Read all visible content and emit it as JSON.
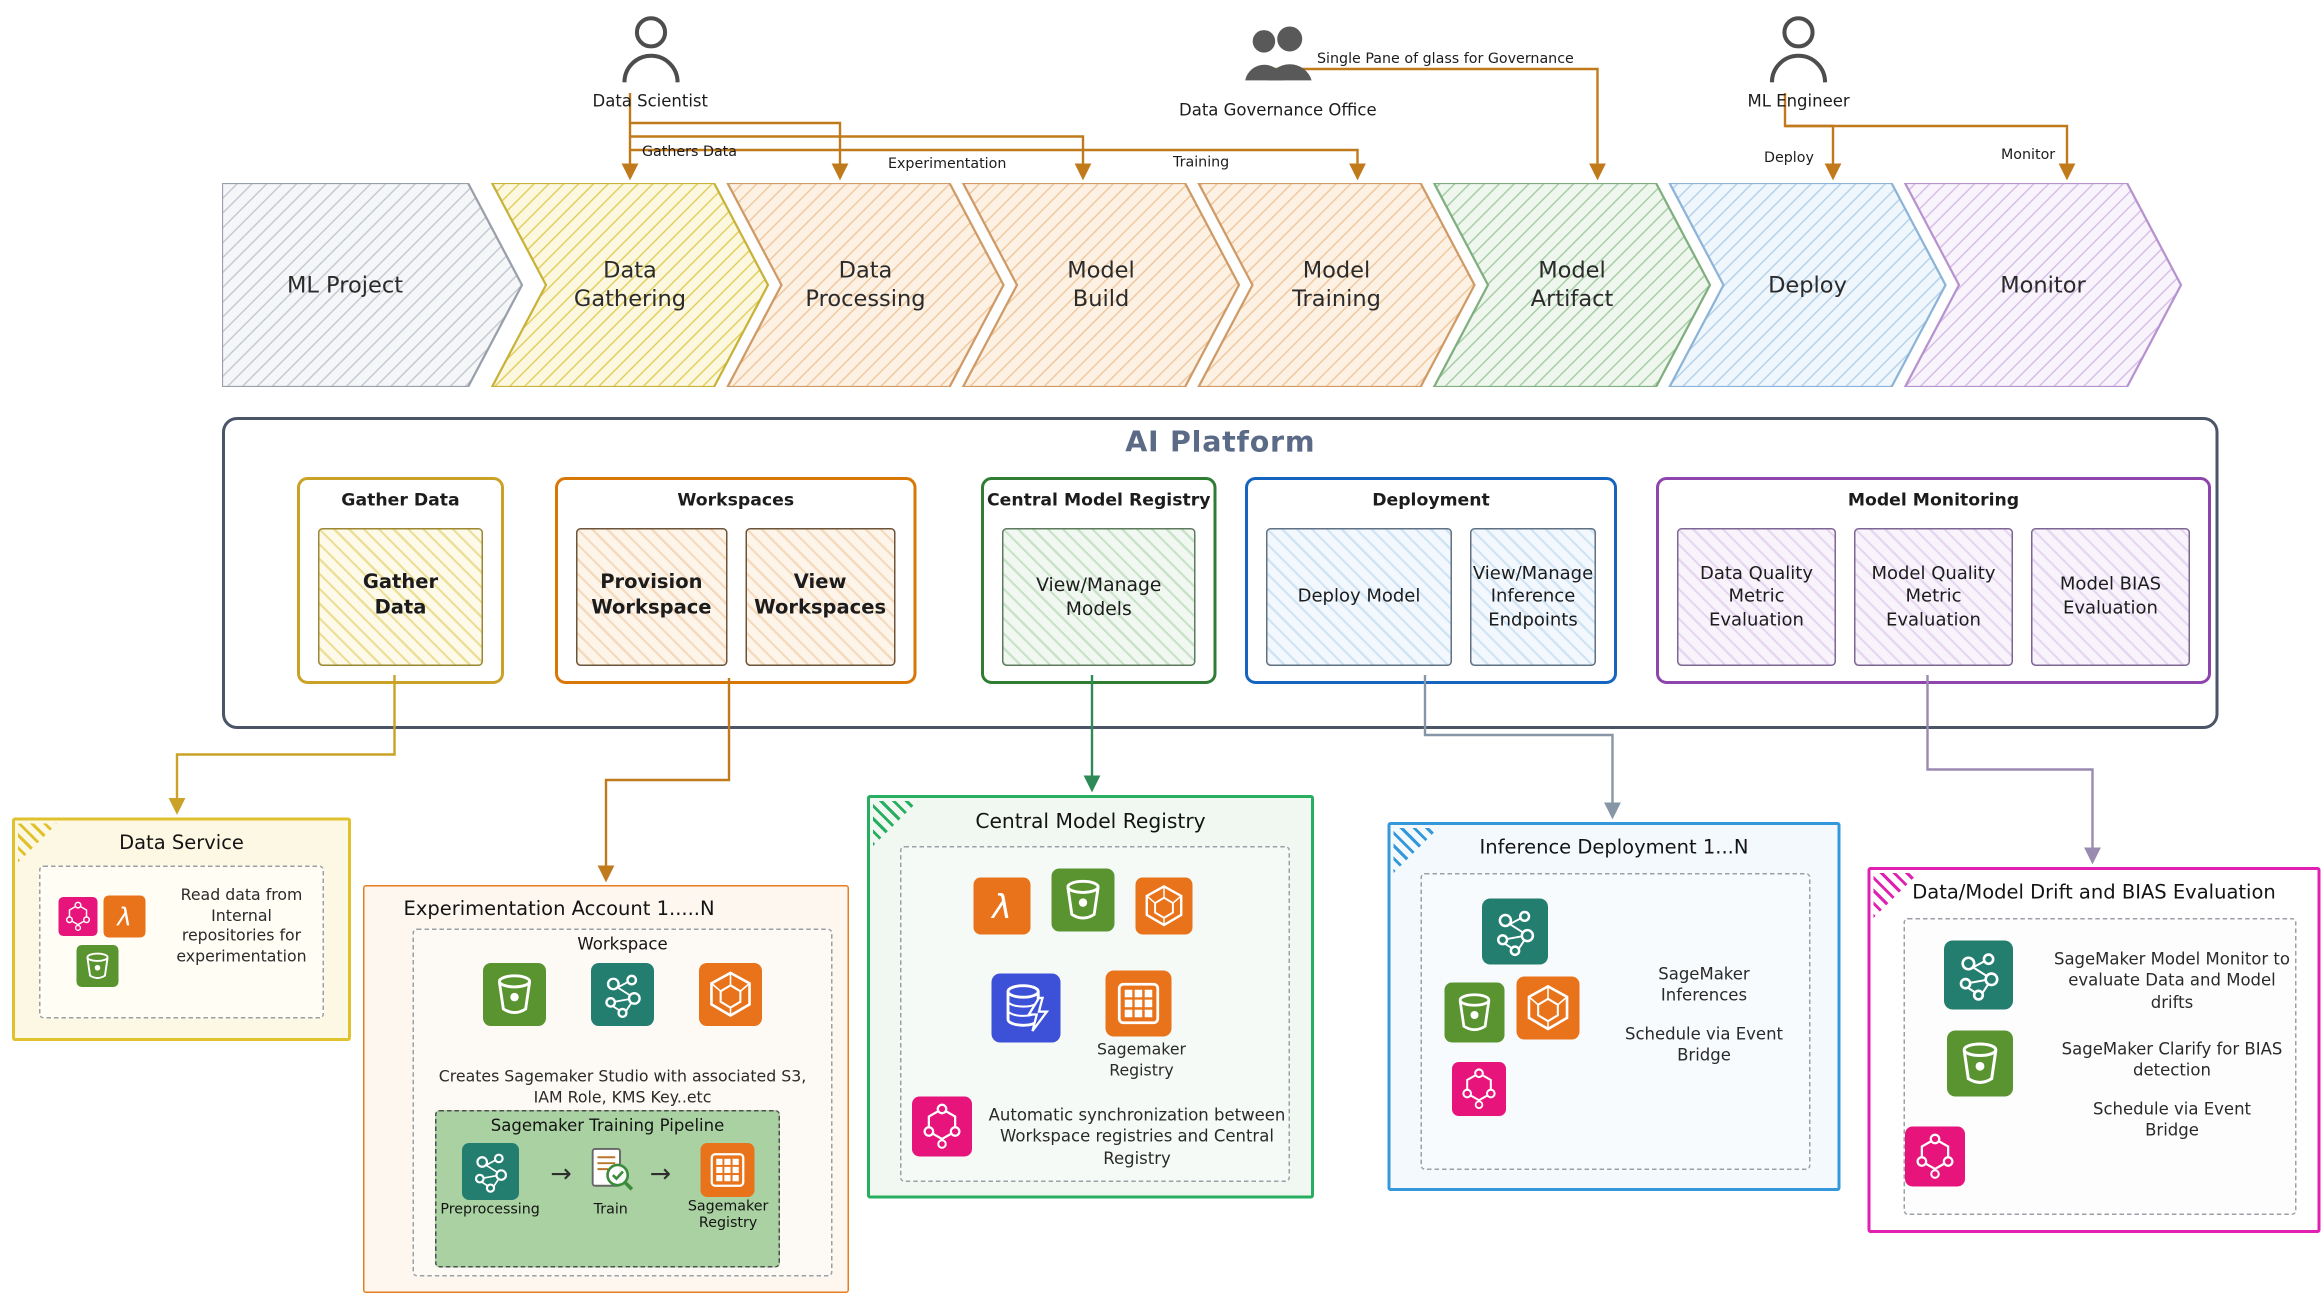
{
  "colors": {
    "actor_arrow": "#c07a1c",
    "chevron_gray": "#c6cad3",
    "chevron_yellow": "#e4cf63",
    "chevron_peach": "#f0c9a0",
    "chevron_green": "#a8cfa8",
    "chevron_blue": "#b6d3eb",
    "chevron_purple": "#d7c0e8",
    "platform_border": "#4a5568",
    "gather_border": "#c9a227",
    "workspaces_border": "#d97706",
    "registry_border": "#2e7d32",
    "deployment_border": "#1565c0",
    "monitoring_border": "#8e44ad",
    "data_service_border": "#e0c12e",
    "experimentation_border": "#e67e22",
    "central_registry_border": "#27ae60",
    "inference_border": "#3498db",
    "drift_border": "#e020b0"
  },
  "actors": {
    "data_scientist": "Data Scientist",
    "governance_office": "Data Governance Office",
    "ml_engineer": "ML Engineer"
  },
  "arrow_labels": {
    "gathers_data": "Gathers Data",
    "experimentation": "Experimentation",
    "training": "Training",
    "governance": "Single Pane of glass for Governance",
    "deploy": "Deploy",
    "monitor": "Monitor"
  },
  "pipeline": [
    "ML Project",
    "Data Gathering",
    "Data Processing",
    "Model Build",
    "Model Training",
    "Model Artifact",
    "Deploy",
    "Monitor"
  ],
  "ai_platform": {
    "title": "AI Platform",
    "groups": [
      {
        "title": "Gather Data",
        "items": [
          "Gather Data"
        ]
      },
      {
        "title": "Workspaces",
        "items": [
          "Provision Workspace",
          "View Workspaces"
        ]
      },
      {
        "title": "Central Model Registry",
        "items": [
          "View/Manage Models"
        ]
      },
      {
        "title": "Deployment",
        "items": [
          "Deploy Model",
          "View/Manage Inference Endpoints"
        ]
      },
      {
        "title": "Model Monitoring",
        "items": [
          "Data Quality Metric Evaluation",
          "Model Quality Metric Evaluation",
          "Model BIAS Evaluation"
        ]
      }
    ]
  },
  "data_service": {
    "title": "Data Service",
    "note": "Read data from Internal repositories for experimentation"
  },
  "experimentation_account": {
    "title": "Experimentation Account 1.....N",
    "workspace_title": "Workspace",
    "note": "Creates Sagemaker Studio with associated S3, IAM Role, KMS Key..etc",
    "pipeline_title": "Sagemaker Training Pipeline",
    "steps": [
      "Preprocessing",
      "Train",
      "Sagemaker Registry"
    ]
  },
  "central_model_registry": {
    "title": "Central Model Registry",
    "registry_label": "Sagemaker Registry",
    "note": "Automatic synchronization between Workspace registries and Central Registry"
  },
  "inference_deployment": {
    "title": "Inference Deployment 1...N",
    "line1": "SageMaker Inferences",
    "line2": "Schedule via Event Bridge"
  },
  "drift_evaluation": {
    "title": "Data/Model Drift and BIAS Evaluation",
    "line1": "SageMaker Model Monitor to evaluate Data and Model drifts",
    "line2": "SageMaker Clarify for BIAS detection",
    "line3": "Schedule via Event Bridge"
  },
  "icons": {
    "person-icon": "outlined person silhouette",
    "people-icon": "two filled people silhouettes",
    "s3-bucket-icon": "green storage bucket",
    "lambda-icon": "orange lambda function",
    "container-icon": "orange hexagon cube package",
    "sagemaker-icon": "teal ML network nodes",
    "database-icon": "blue database with lightning bolt",
    "registry-icon": "orange grid model registry",
    "workflow-icon": "pink workflow molecule",
    "train-check-icon": "document with check mark and magnifier",
    "arrow-right-icon": "right arrow"
  }
}
